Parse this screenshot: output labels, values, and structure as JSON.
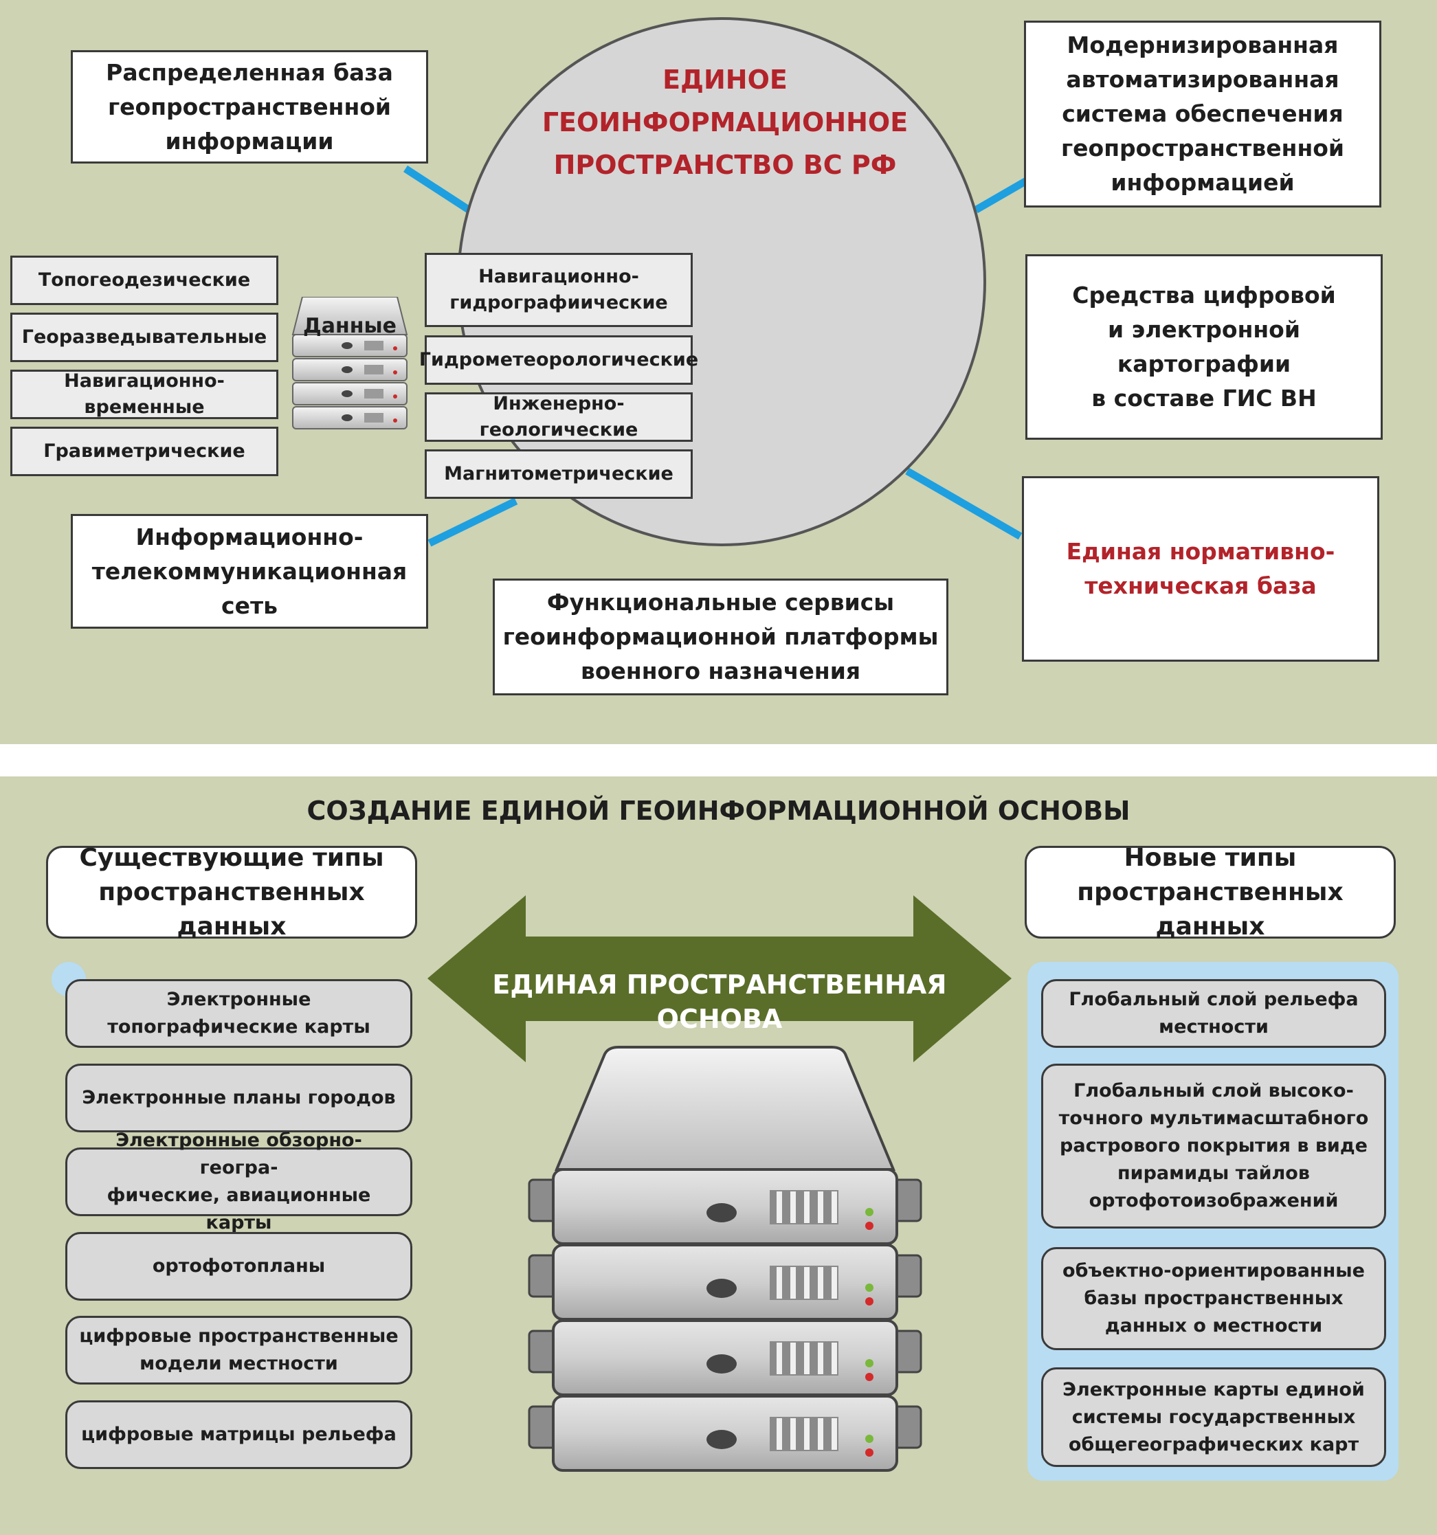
{
  "top": {
    "central_title": "ЕДИНОЕ\nГЕОИНФОРМАЦИОННОЕ\nПРОСТРАНСТВО ВС РФ",
    "dist_db": "Распределенная база\nгеопространственной\nинформации",
    "modernized_system": "Модернизированная\nавтоматизированная\nсистема обеспечения\nгеопространственной\nинформацией",
    "digital_cartography": "Средства цифровой\nи электронной\nкартографии\nв составе ГИС ВН",
    "normative_base": "Единая нормативно-\nтехническая база",
    "telecom": "Информационно-\nтелекоммуникационная\nсеть",
    "func_services": "Функциональные сервисы\nгеоинформационной платформы\nвоенного назначения",
    "data_label": "Данные",
    "left_types": [
      "Топогеодезические",
      "Георазведывательные",
      "Навигационно-временные",
      "Гравиметрические"
    ],
    "right_types": [
      "Навигационно-\nгидрографиические",
      "Гидрометеорологические",
      "Инженерно-геологические",
      "Магнитометрические"
    ]
  },
  "bottom": {
    "title": "СОЗДАНИЕ ЕДИНОЙ ГЕОИНФОРМАЦИОННОЙ ОСНОВЫ",
    "existing_header": "Существующие типы\nпространственных данных",
    "new_header": "Новые типы\nпространственных данных",
    "arrow_label": "ЕДИНАЯ ПРОСТРАНСТВЕННАЯ ОСНОВА",
    "existing_items": [
      "Электронные\nтопографические карты",
      "Электронные планы городов",
      "Электронные обзорно-геогра-\nфические,  авиационные карты",
      "ортофотопланы",
      "цифровые пространственные\nмодели местности",
      "цифровые матрицы рельефа"
    ],
    "new_items": [
      "Глобальный слой рельефа\nместности",
      "Глобальный слой высоко-\nточного мультимасштабного\nрастрового покрытия в виде\nпирамиды тайлов\nортофотоизображений",
      "объектно-ориентированные\nбазы пространственных\nданных о местности",
      "Электронные карты единой\nсистемы государственных\nобщегеографических карт"
    ]
  },
  "colors": {
    "panel_bg": "#cdd3b3",
    "accent_red": "#b3232a",
    "connector_blue": "#1e9fe0",
    "arrow_green": "#5a6e2a",
    "new_items_bg": "#b8dcf2"
  }
}
